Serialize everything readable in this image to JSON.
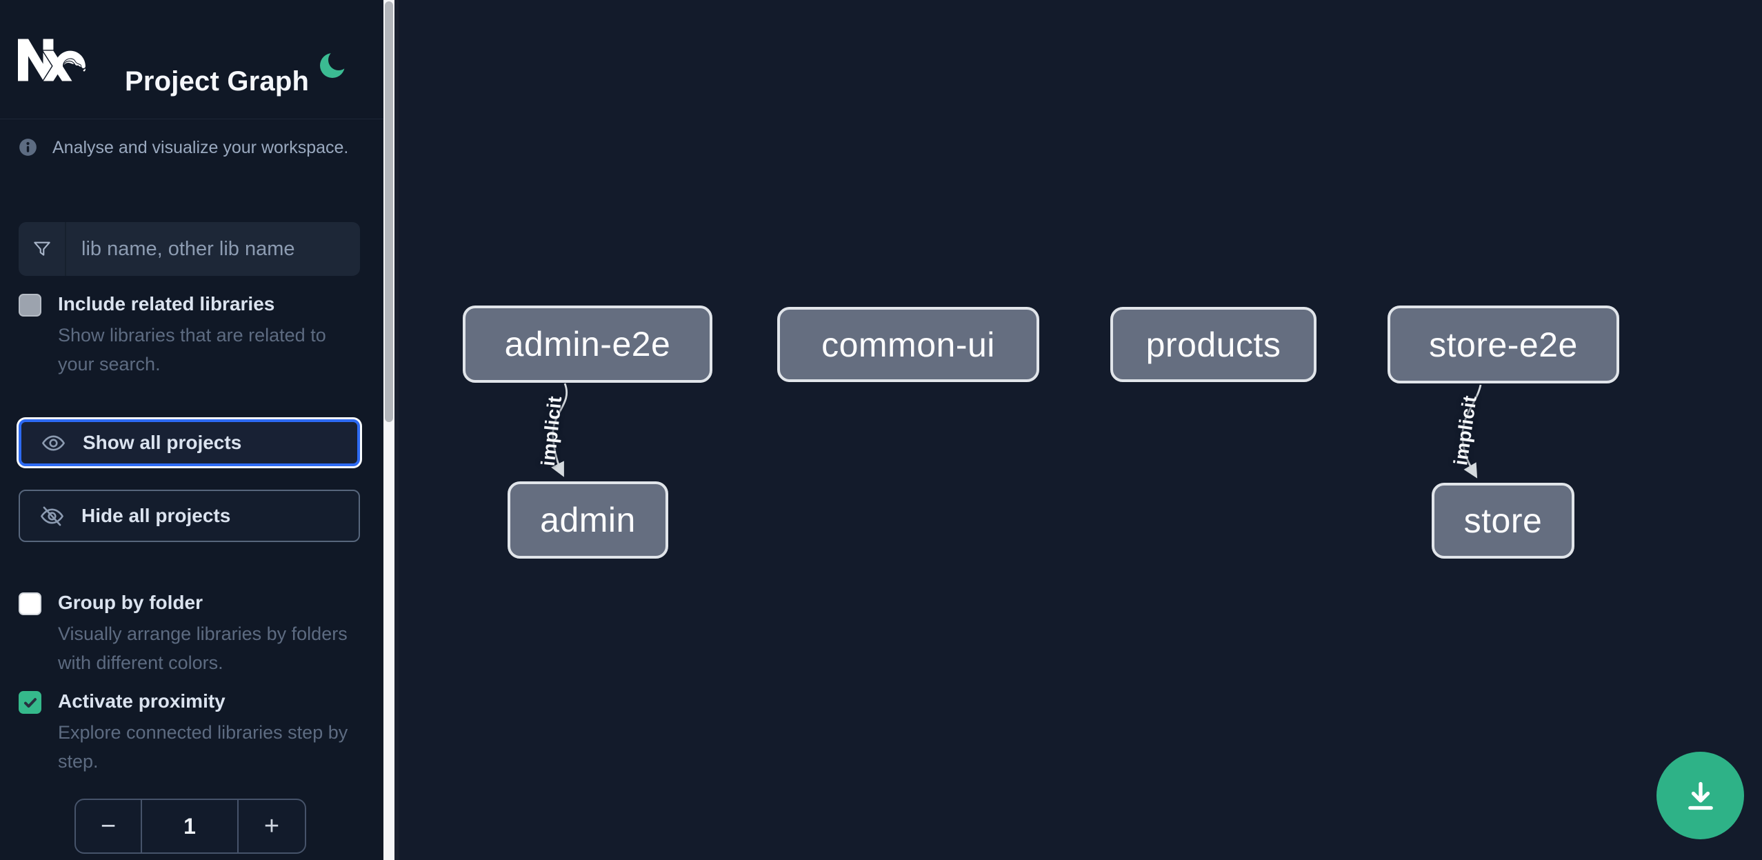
{
  "header": {
    "title": "Project Graph",
    "logo": "nx-logo",
    "theme_icon": "moon-icon"
  },
  "sidebar": {
    "tagline": "Analyse and visualize your workspace.",
    "search": {
      "placeholder": "lib name, other lib name",
      "value": "",
      "icon": "filter-funnel-icon"
    },
    "toggles": [
      {
        "label": "Include related libraries",
        "description": "Show libraries that are related to your search.",
        "checked": false
      },
      {
        "label": "Group by folder",
        "description": "Visually arrange libraries by folders with different colors.",
        "checked": false
      },
      {
        "label": "Activate proximity",
        "description": "Explore connected libraries step by step.",
        "checked": true
      }
    ],
    "buttons": [
      {
        "label": "Show all projects",
        "icon": "eye-icon",
        "focused": true
      },
      {
        "label": "Hide all projects",
        "icon": "eye-off-icon",
        "focused": false
      }
    ],
    "stepper": {
      "decrement": "−",
      "value": "1",
      "increment": "+"
    }
  },
  "graph": {
    "nodes": [
      {
        "label": "admin-e2e"
      },
      {
        "label": "common-ui"
      },
      {
        "label": "products"
      },
      {
        "label": "store-e2e"
      },
      {
        "label": "admin"
      },
      {
        "label": "store"
      }
    ],
    "edges": [
      {
        "from": "admin-e2e",
        "to": "admin",
        "label": "implicit"
      },
      {
        "from": "store-e2e",
        "to": "store",
        "label": "implicit"
      }
    ]
  },
  "fab": {
    "icon": "download-icon"
  },
  "colors": {
    "accent_green": "#2eb287",
    "focus_blue": "#2d6af2",
    "node_fill": "#656e80",
    "node_border": "#e1e5ea",
    "sidebar_bg": "#101826",
    "canvas_bg": "#131b2b"
  }
}
